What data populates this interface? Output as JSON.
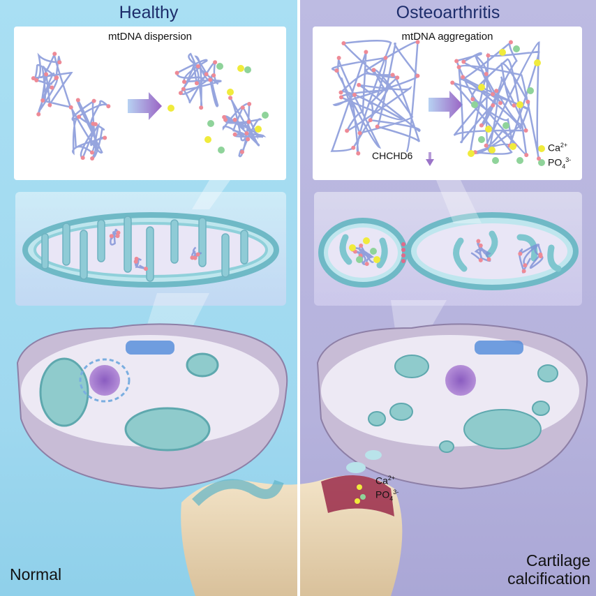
{
  "left": {
    "title": "Healthy",
    "subtitle": "mtDNA dispersion",
    "bottom_label": "Normal"
  },
  "right": {
    "title": "Osteoarthritis",
    "subtitle": "mtDNA aggregation",
    "gene_label": "CHCHD6",
    "legend": {
      "ca_base": "Ca",
      "ca_sup": "2+",
      "po_base": "PO",
      "po_sub": "4",
      "po_sup": "3-"
    },
    "bottom_label_1": "Cartilage",
    "bottom_label_2": "calcification"
  },
  "knee_labels": {
    "ca_base": "Ca",
    "ca_sup": "2+",
    "po_base": "PO",
    "po_sub": "4",
    "po_sup": "3-"
  },
  "colors": {
    "healthy_bg": "#a9dff3",
    "oa_bg": "#bdbbe2",
    "calcium": "#f0eb3c",
    "phosphate": "#8fd39a",
    "arrow": "#9a74c8",
    "mito": "#7fc6cf"
  }
}
